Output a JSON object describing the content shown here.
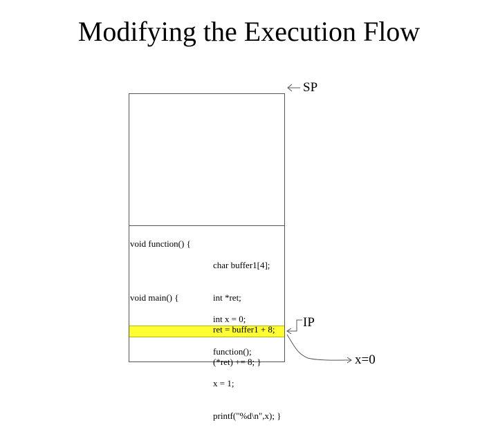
{
  "title": "Modifying the Execution Flow",
  "labels": {
    "sp": "SP",
    "ip": "IP",
    "result": "x=0"
  },
  "code": {
    "function_sig": "void function() {",
    "function_body": [
      "char buffer1[4];",
      "int *ret;",
      "ret = buffer1 + 8;",
      "(*ret) += 8; }"
    ],
    "main_sig": "void main() {",
    "main_body": [
      "int x = 0;",
      "function();",
      "x = 1;",
      "printf(\"%d\\n\",x); }"
    ]
  },
  "colors": {
    "highlight": "#ffff33",
    "border": "#555555"
  }
}
